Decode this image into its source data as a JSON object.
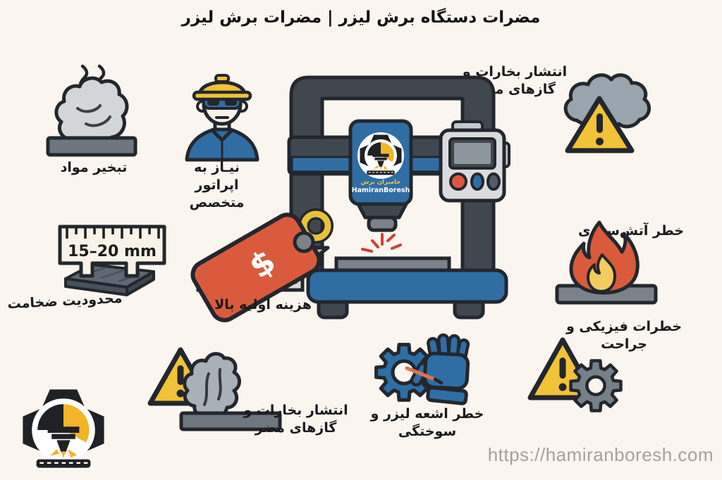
{
  "title": "مضرات دستگاه برش لیزر | مضرات برش لیزر",
  "website": "https://hamiranboresh.com",
  "brand": {
    "name_fa": "حامیران برش",
    "name_en": "HamiranBoresh"
  },
  "hazards": {
    "evaporation": {
      "label": "تبخیر مواد"
    },
    "operator": {
      "line1": "نیـاز به",
      "line2": "اپراتور متخصص"
    },
    "fumes_top": {
      "line1": "انتشار بخارات و",
      "line2": "گازهای مضر"
    },
    "thickness": {
      "label": "محدودیت ضخامت",
      "ruler": "15–20 mm"
    },
    "cost": {
      "label": "هزینه اولیه بالا",
      "currency": "$"
    },
    "fire": {
      "label": "خطر آتش‌سوزی"
    },
    "physical": {
      "line1": "خطرات فیزیکی و",
      "line2": "جراحت"
    },
    "laser": {
      "line1": "خطر اشعه لیزر و",
      "line2": "سوختگی"
    },
    "fumes_bottom": {
      "line1": "انتشار بخارات و",
      "line2": "گازهای مضر"
    }
  },
  "colors": {
    "background": "#faf5ef",
    "outline": "#23272d",
    "blue": "#2f6ea5",
    "yellow": "#f2c237",
    "red_orange": "#d95b3c",
    "spark_red": "#d63f2f",
    "gray_dark": "#40474f",
    "gray_mid": "#7b828a",
    "gray_light": "#d9dbdd",
    "smoke_gray": "#a8b1b8",
    "logo_black": "#1f2125",
    "logo_yellow": "#f2b428",
    "url_gray": "#a8a19a"
  }
}
